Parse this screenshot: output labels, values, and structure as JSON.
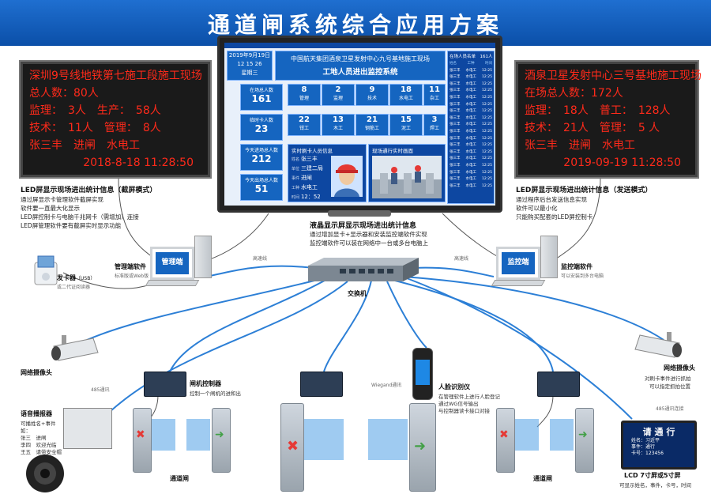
{
  "title": "通道闸系统综合应用方案",
  "led_left": {
    "lines": [
      "深圳9号线地铁第七施工段施工现场",
      "总人数：80人",
      "监理：　3人　生产：　58人",
      "技术：　11人　管理：　8人",
      "张三丰　进闸　水电工",
      "2018-8-18 11:28:50"
    ]
  },
  "led_right": {
    "lines": [
      "酒泉卫星发射中心三号基地施工现场",
      "在场总人数：172人",
      "监理：　18人　普工：　128人",
      "技术：　21人　管理：　5 人",
      "张三丰　进闸　水电工",
      "2019-09-19 11:28:50"
    ]
  },
  "caption_left": {
    "title": "LED屏显示现场进出统计信息（截屏模式）",
    "lines": [
      "通过屏显示卡管理软件截屏实现",
      "软件要一直最大化显示",
      "LED屏控制卡与电脑千兆网卡（需增加）连接",
      "LED屏管理软件要有截屏实时显示功能"
    ]
  },
  "caption_right": {
    "title": "LED屏显示现场进出统计信息（发送模式）",
    "lines": [
      "通过程序后台发送信息实现",
      "软件可以最小化",
      "只能购买配套的LED屏控制卡"
    ]
  },
  "monitor": {
    "date": "2019年9月19日",
    "time": "12 15 26",
    "weekday": "星期三",
    "header_line1": "中国航天集团酒泉卫星发射中心九号基地施工现场",
    "header_line2": "工地人员进出监控系统",
    "stats": [
      {
        "label": "在场总人数",
        "value": "161"
      },
      {
        "label": "临时卡人数",
        "value": "23"
      },
      {
        "label": "今天进场总人数",
        "value": "212"
      },
      {
        "label": "今天出场总人数",
        "value": "51"
      }
    ],
    "cells": [
      {
        "n": "8",
        "t": "管理"
      },
      {
        "n": "2",
        "t": "监理"
      },
      {
        "n": "9",
        "t": "技术"
      },
      {
        "n": "18",
        "t": "水电工"
      },
      {
        "n": "11",
        "t": "杂工"
      },
      {
        "n": "22",
        "t": "钳工"
      },
      {
        "n": "13",
        "t": "木工"
      },
      {
        "n": "21",
        "t": "钢筋工"
      },
      {
        "n": "15",
        "t": "泥工"
      },
      {
        "n": "3",
        "t": "焊工"
      }
    ],
    "card_panel_title": "实时刷卡人员信息",
    "card_fields": [
      {
        "k": "姓名",
        "v": "张三丰"
      },
      {
        "k": "单位",
        "v": "三建二局"
      },
      {
        "k": "事件",
        "v": "进闸"
      },
      {
        "k": "工种",
        "v": "水电工"
      },
      {
        "k": "时间",
        "v": "12：52"
      }
    ],
    "scene_panel_title": "现场通行实时画面",
    "list_title": "在场人员名单　161人",
    "list_headers": [
      "姓名",
      "工种",
      "时间"
    ],
    "list_rows": [
      [
        "张三丰",
        "水电工",
        "12:25"
      ],
      [
        "张三丰",
        "水电工",
        "12:25"
      ],
      [
        "张三丰",
        "水电工",
        "12:25"
      ],
      [
        "张三丰",
        "水电工",
        "12:25"
      ],
      [
        "张三丰",
        "水电工",
        "12:25"
      ],
      [
        "张三丰",
        "水电工",
        "12:25"
      ],
      [
        "张三丰",
        "水电工",
        "12:25"
      ],
      [
        "张三丰",
        "水电工",
        "12:25"
      ],
      [
        "张三丰",
        "水电工",
        "12:25"
      ],
      [
        "张三丰",
        "水电工",
        "12:25"
      ],
      [
        "张三丰",
        "水电工",
        "12:25"
      ],
      [
        "张三丰",
        "水电工",
        "12:25"
      ],
      [
        "张三丰",
        "水电工",
        "12:25"
      ],
      [
        "张三丰",
        "水电工",
        "12:25"
      ],
      [
        "张三丰",
        "水电工",
        "12:25"
      ],
      [
        "张三丰",
        "水电工",
        "12:25"
      ],
      [
        "张三丰",
        "水电工",
        "12:25"
      ],
      [
        "张三丰",
        "水电工",
        "12:25"
      ]
    ]
  },
  "caption_center": {
    "title": "液晶显示屏显示现场进出统计信息",
    "lines": [
      "通过增加显卡+显示器和安装监控端软件实现",
      "监控端软件可以装在网络中一台或多台电脑上"
    ]
  },
  "pc_left": {
    "screen": "管理端",
    "title": "管理端软件",
    "subtitle": "标准版或Web版"
  },
  "pc_right": {
    "screen": "监控端",
    "title": "监控端软件",
    "subtitle": "可以安装到多台电脑"
  },
  "cable_high_left": "高速线",
  "cable_high_right": "高速线",
  "card_reader": {
    "title": "发卡器",
    "suffix": "（USB）",
    "subtitle": "或二代证阅读器"
  },
  "switch_label": "交换机",
  "camera_left": {
    "title": "网络摄像头"
  },
  "camera_right": {
    "title": "网络摄像头",
    "lines": [
      "对刷卡事件进行抓拍",
      "可以指定抓拍位置"
    ]
  },
  "controller_label": {
    "title": "闸机控制器",
    "subtitle": "控制一个闸机的进和出"
  },
  "face": {
    "title": "人脸识别仪",
    "lines": [
      "在管理软件上进行人脸登记",
      "通过WG信号输出",
      "与控制器读卡接口对接"
    ]
  },
  "wiegand": "Wiegand通讯",
  "rs485_left": "485通讯",
  "rs485_right": "485通讯连接",
  "voice": {
    "title": "语音播报器",
    "lines": [
      "可播姓名+事件",
      "如：",
      "张三　进闸",
      "李四　欢迎光临",
      "王五　请带安全帽"
    ]
  },
  "gate_left_label": "通道闸",
  "gate_right_label": "通道闸",
  "lcd": {
    "title": "LCD 7寸屏或5寸屏",
    "subtitle": "可显示姓名，事件，卡号，时间",
    "screen_main": "请 通 行",
    "screen_lines": [
      "姓名：习近平",
      "事件：通行",
      "卡号：123456"
    ]
  },
  "colors": {
    "banner": "#0b4fa8",
    "led_text": "#ff2a1a",
    "screen_blue": "#1565c0",
    "cable": "#2c7fd6"
  }
}
